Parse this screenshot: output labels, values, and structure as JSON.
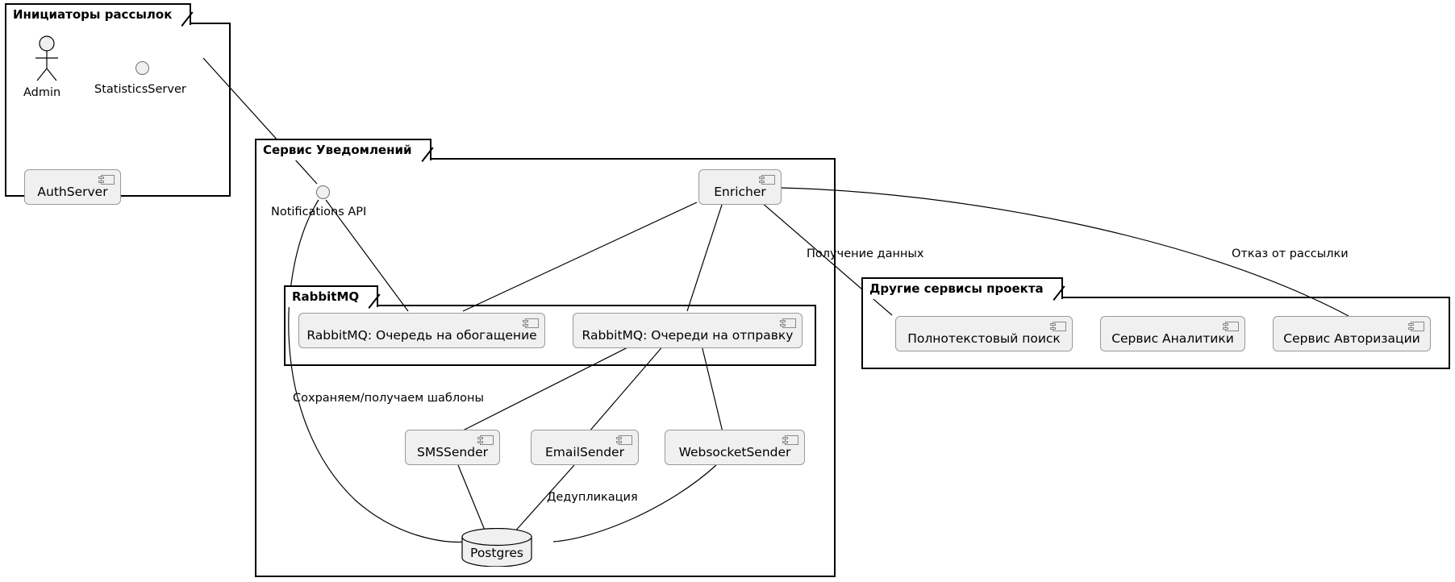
{
  "diagram": {
    "type": "uml-component-diagram",
    "background": "#ffffff",
    "node_fill": "#f0f0f0",
    "node_stroke": "#9a9a9a",
    "package_stroke": "#000000",
    "edge_stroke": "#000000"
  },
  "packages": [
    {
      "id": "initiators",
      "title": "Инициаторы рассылок"
    },
    {
      "id": "notification_service",
      "title": "Сервис Уведомлений"
    },
    {
      "id": "rabbitmq",
      "title": "RabbitMQ"
    },
    {
      "id": "other_services",
      "title": "Другие сервисы проекта"
    }
  ],
  "actors": [
    {
      "id": "admin",
      "label": "Admin"
    }
  ],
  "interfaces": [
    {
      "id": "statistics_server",
      "label": "StatisticsServer"
    },
    {
      "id": "notifications_api",
      "label": "Notifications API"
    }
  ],
  "components": [
    {
      "id": "auth_server",
      "label": "AuthServer"
    },
    {
      "id": "enricher",
      "label": "Enricher"
    },
    {
      "id": "queue_enrich",
      "label": "RabbitMQ: Очередь на обогащение"
    },
    {
      "id": "queue_send",
      "label": "RabbitMQ: Очереди на отправку"
    },
    {
      "id": "sms_sender",
      "label": "SMSSender"
    },
    {
      "id": "email_sender",
      "label": "EmailSender"
    },
    {
      "id": "websocket_sender",
      "label": "WebsocketSender"
    },
    {
      "id": "fulltext_search",
      "label": "Полнотекстовый поиск"
    },
    {
      "id": "analytics_service",
      "label": "Сервис Аналитики"
    },
    {
      "id": "auth_service",
      "label": "Сервис Авторизации"
    }
  ],
  "databases": [
    {
      "id": "postgres",
      "label": "Postgres"
    }
  ],
  "edge_labels": [
    {
      "id": "label_get_data",
      "text": "Получение данных"
    },
    {
      "id": "label_unsubscribe",
      "text": "Отказ от рассылки"
    },
    {
      "id": "label_templates",
      "text": "Сохраняем/получаем шаблоны"
    },
    {
      "id": "label_dedup",
      "text": "Дедупликация"
    }
  ]
}
